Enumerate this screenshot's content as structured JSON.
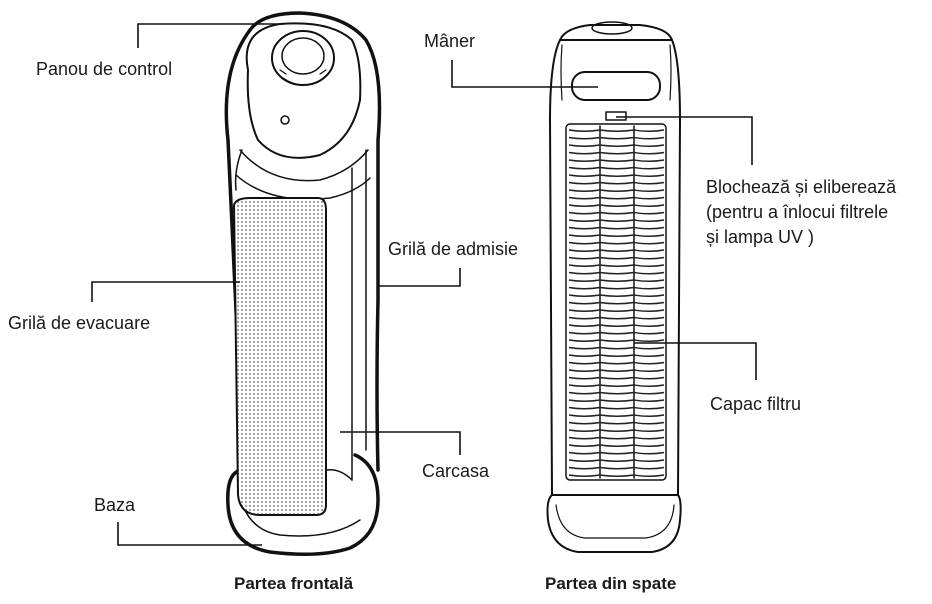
{
  "labels": {
    "control_panel": "Panou de control",
    "exhaust_grille": "Grilă de evacuare",
    "base": "Baza",
    "intake_grille": "Grilă de admisie",
    "housing": "Carcasa",
    "handle": "Mâner",
    "lock_release_line1": "Blochează și eliberează",
    "lock_release_line2": "(pentru a înlocui filtrele",
    "lock_release_line3": "și lampa UV  )",
    "filter_cover": "Capac filtru"
  },
  "captions": {
    "front": "Partea frontală",
    "back": "Partea din spate"
  }
}
